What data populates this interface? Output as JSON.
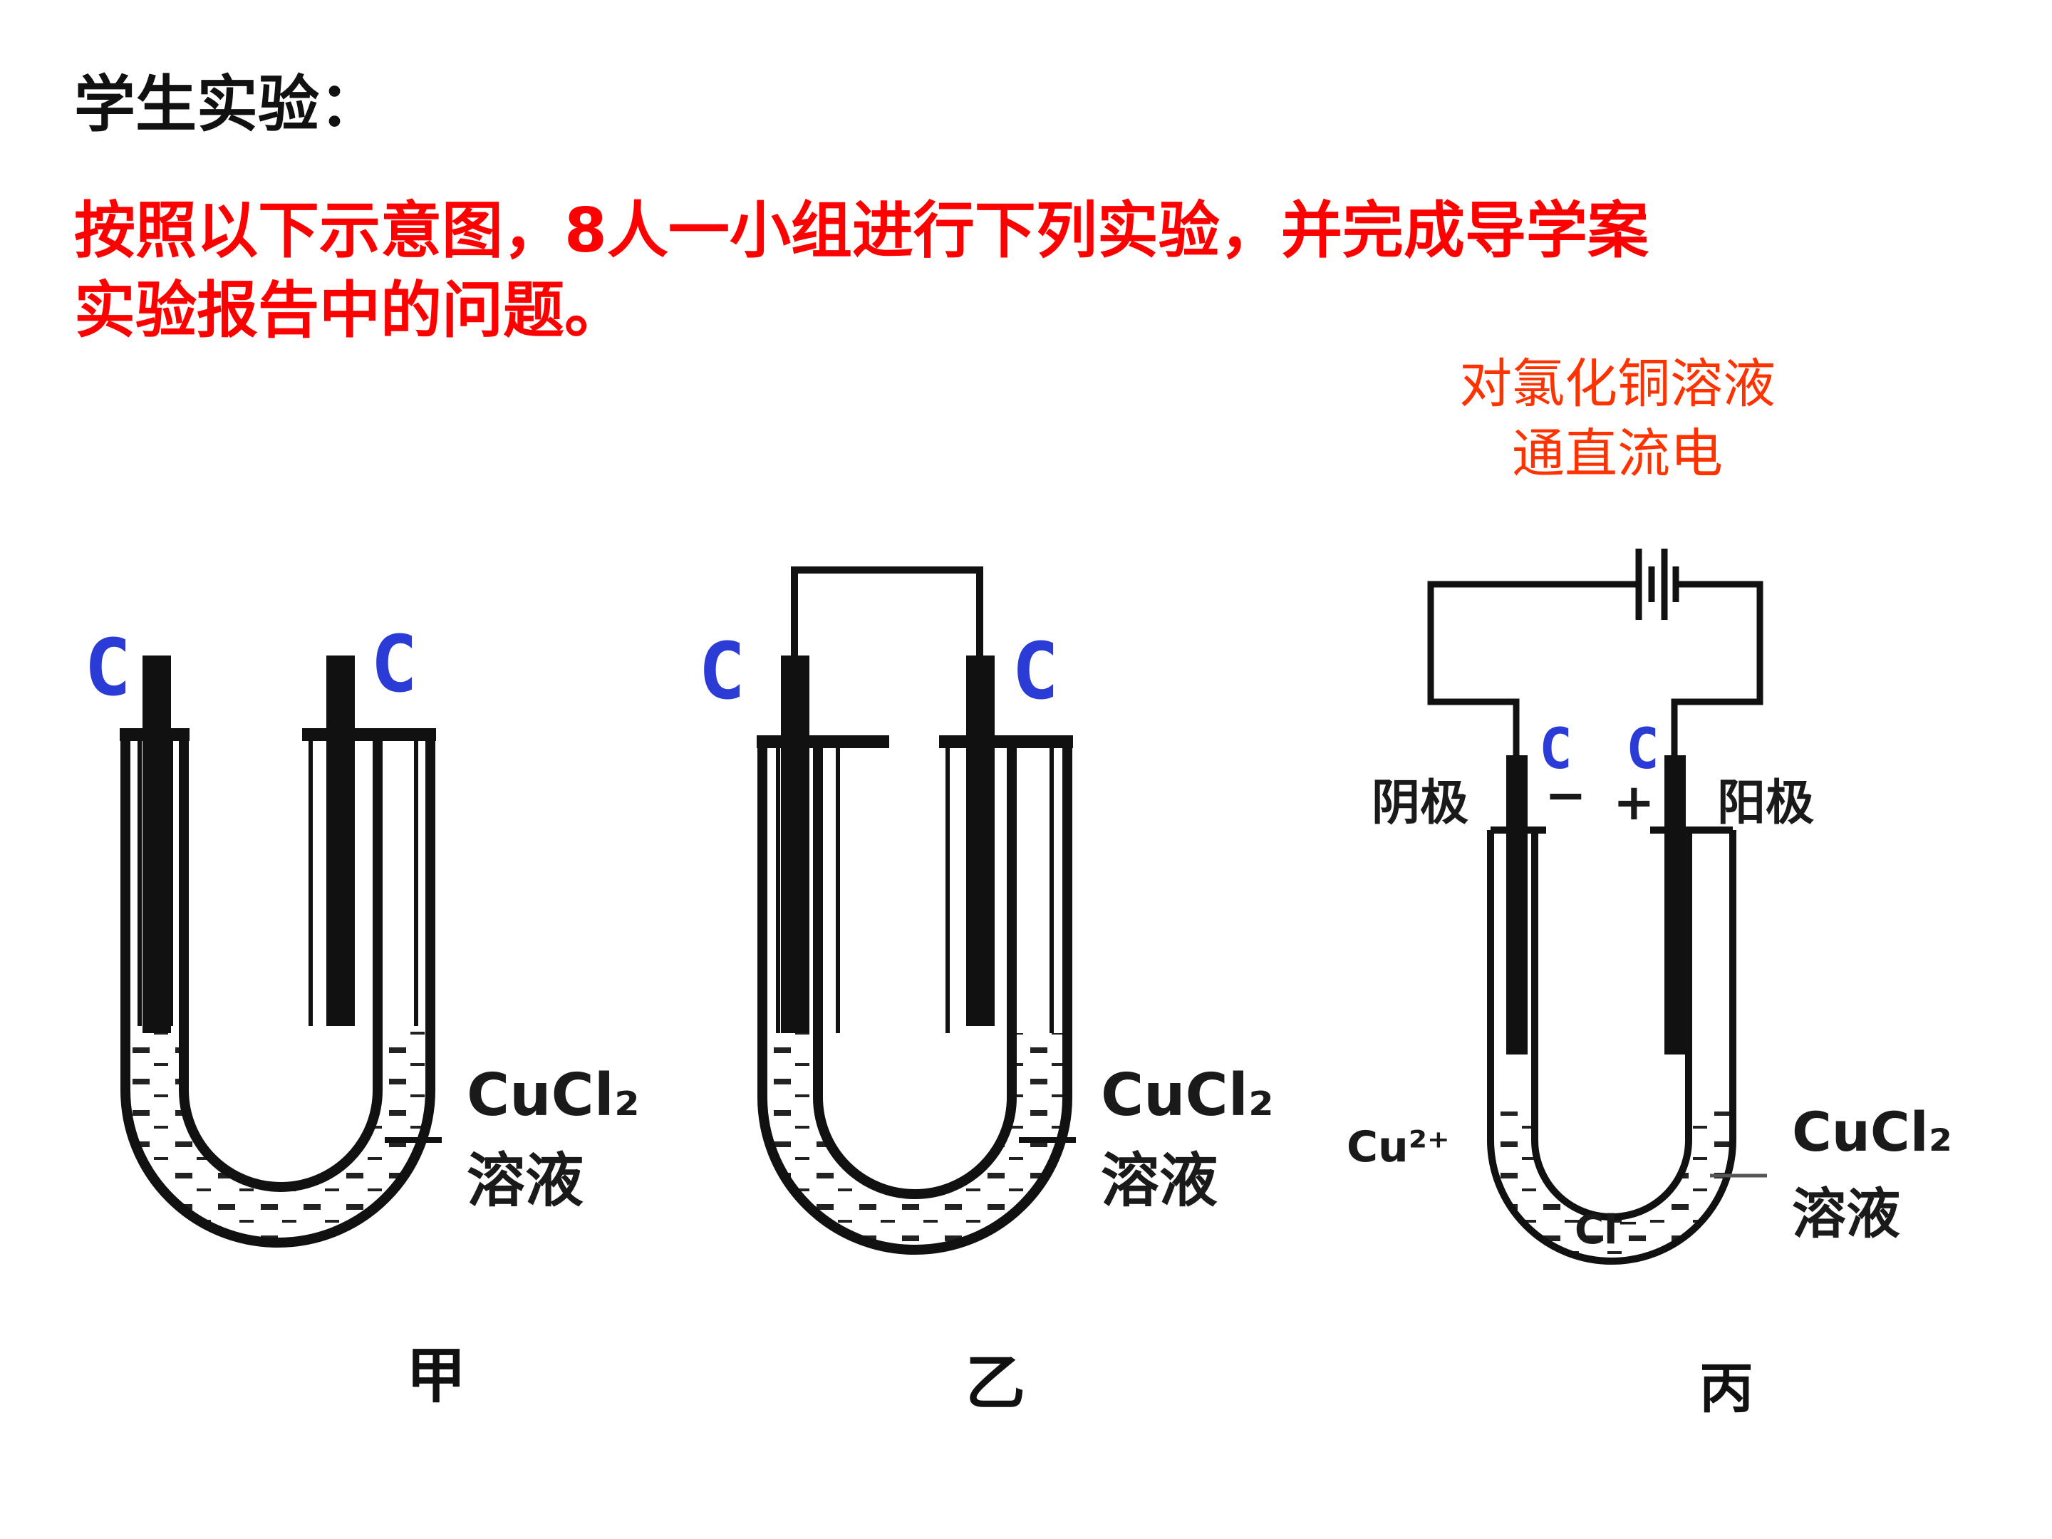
{
  "heading": "学生实验：",
  "instruction_lines": [
    "按照以下示意图，8人一小组进行下列实验，并完成导学案",
    "实验报告中的问题。"
  ],
  "note_lines": [
    "对氯化铜溶液",
    "通直流电"
  ],
  "figures": [
    {
      "caption": "甲",
      "left_electrode": "C",
      "right_electrode": "C",
      "solution_formula": "CuCl₂",
      "solution_word": "溶液"
    },
    {
      "caption": "乙",
      "left_electrode": "C",
      "right_electrode": "C",
      "solution_formula": "CuCl₂",
      "solution_word": "溶液"
    },
    {
      "caption": "丙",
      "left_electrode": "C",
      "right_electrode": "C",
      "cathode_label": "阴极",
      "anode_label": "阳极",
      "minus_sign": "−",
      "plus_sign": "+",
      "cation_label": "Cu²⁺",
      "anion_label": "Cl⁻",
      "solution_formula": "CuCl₂",
      "solution_word": "溶液"
    }
  ],
  "colors": {
    "heading": "#111111",
    "instruction": "#ff0000",
    "note": "#ff3300",
    "electrode_label": "#2b3bd6"
  }
}
